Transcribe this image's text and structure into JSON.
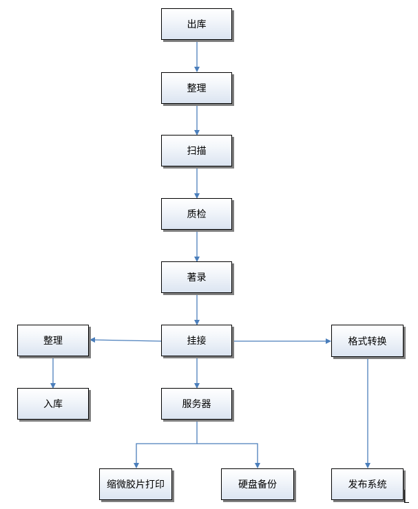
{
  "flowchart": {
    "nodes": {
      "checkout": "出库",
      "organize_top": "整理",
      "scan": "扫描",
      "quality_check": "质检",
      "catalog": "著录",
      "attach": "挂接",
      "organize_left": "整理",
      "format_convert": "格式转换",
      "store": "入库",
      "server": "服务器",
      "microfilm_print": "缩微胶片打印",
      "disk_backup": "硬盘备份",
      "publish_system": "发布系统"
    },
    "edges": [
      [
        "checkout",
        "organize_top"
      ],
      [
        "organize_top",
        "scan"
      ],
      [
        "scan",
        "quality_check"
      ],
      [
        "quality_check",
        "catalog"
      ],
      [
        "catalog",
        "attach"
      ],
      [
        "attach",
        "organize_left"
      ],
      [
        "attach",
        "format_convert"
      ],
      [
        "attach",
        "server"
      ],
      [
        "organize_left",
        "store"
      ],
      [
        "server",
        "microfilm_print"
      ],
      [
        "server",
        "disk_backup"
      ],
      [
        "format_convert",
        "publish_system"
      ]
    ]
  },
  "colors": {
    "connector": "#4a7ebb",
    "node_border": "#000000",
    "node_shadow": "#7f7f7f"
  }
}
